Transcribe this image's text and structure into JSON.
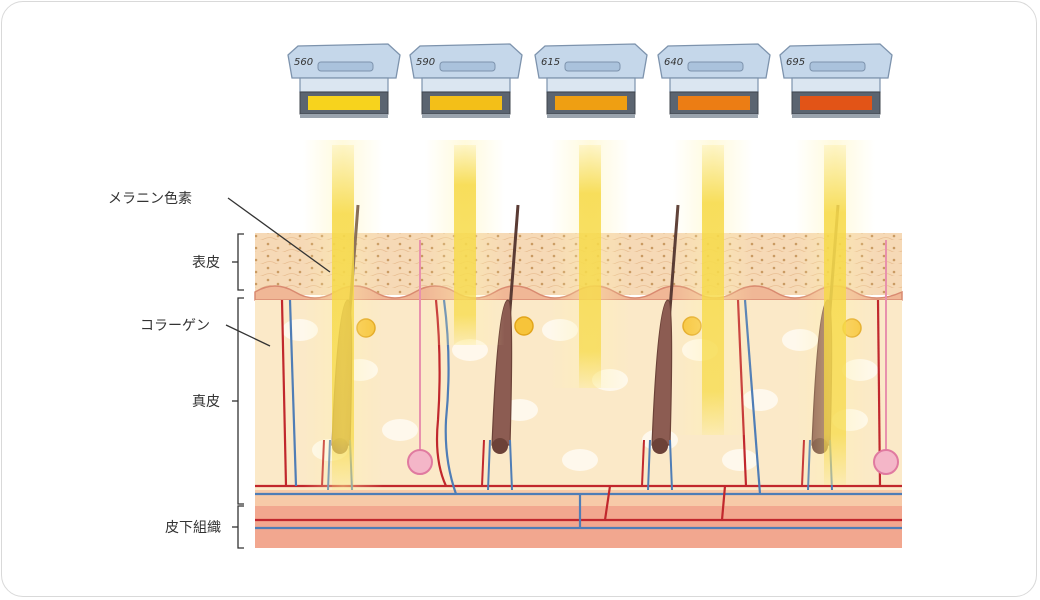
{
  "labels": {
    "melanin": "メラニン色素",
    "epidermis": "表皮",
    "collagen": "コラーゲン",
    "dermis": "真皮",
    "subcutaneous": "皮下組織"
  },
  "filters": [
    {
      "name": "560",
      "color": "#f7d31d"
    },
    {
      "name": "590",
      "color": "#f3bf18"
    },
    {
      "name": "615",
      "color": "#ef9f12"
    },
    {
      "name": "640",
      "color": "#ec7d14"
    },
    {
      "name": "695",
      "color": "#e25417"
    }
  ],
  "colors": {
    "epidermis": "#f6d9b6",
    "dermis": "#fbe9c8",
    "subcutaneous": "#f2a78f",
    "vessel_red": "#c1272d",
    "vessel_blue": "#4f7db6",
    "beam": "#f5d33a"
  }
}
